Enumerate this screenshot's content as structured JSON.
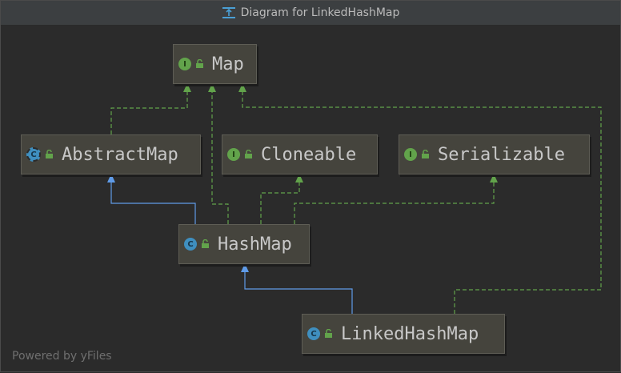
{
  "window": {
    "title": "Diagram for LinkedHashMap"
  },
  "nodes": {
    "map": {
      "label": "Map",
      "kind": "interface",
      "badge": "I"
    },
    "abstract_map": {
      "label": "AbstractMap",
      "kind": "abstract class",
      "badge": "C"
    },
    "cloneable": {
      "label": "Cloneable",
      "kind": "interface",
      "badge": "I"
    },
    "serializable": {
      "label": "Serializable",
      "kind": "interface",
      "badge": "I"
    },
    "hash_map": {
      "label": "HashMap",
      "kind": "class",
      "badge": "C"
    },
    "linked_hash_map": {
      "label": "LinkedHashMap",
      "kind": "class",
      "badge": "C"
    }
  },
  "relations": [
    {
      "from": "AbstractMap",
      "to": "Map",
      "type": "implements"
    },
    {
      "from": "HashMap",
      "to": "Map",
      "type": "implements"
    },
    {
      "from": "HashMap",
      "to": "Cloneable",
      "type": "implements"
    },
    {
      "from": "HashMap",
      "to": "Serializable",
      "type": "implements"
    },
    {
      "from": "HashMap",
      "to": "AbstractMap",
      "type": "extends"
    },
    {
      "from": "LinkedHashMap",
      "to": "HashMap",
      "type": "extends"
    },
    {
      "from": "LinkedHashMap",
      "to": "Map",
      "type": "implements"
    }
  ],
  "colors": {
    "background": "#2b2b2b",
    "node_fill": "#45443d",
    "implements_edge": "#62a34b",
    "extends_edge": "#5f9be8",
    "interface_badge": "#62a34b",
    "class_badge": "#3f8fbf"
  },
  "icons": {
    "title": "diagram-icon",
    "visibility": "unlocked-icon"
  },
  "footer": {
    "text": "Powered by yFiles"
  }
}
